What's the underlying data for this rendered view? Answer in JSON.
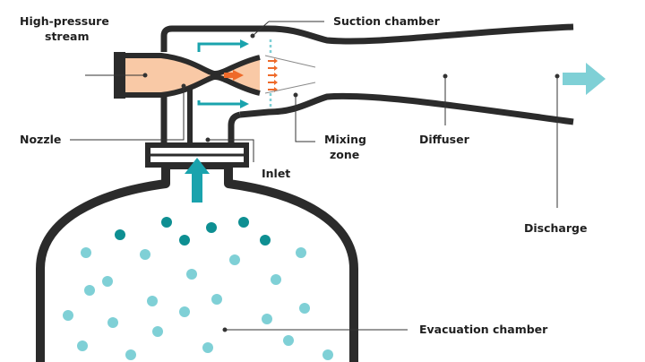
{
  "labels": {
    "high_pressure_line1": "High-pressure",
    "high_pressure_line2": "stream",
    "suction_chamber": "Suction chamber",
    "nozzle": "Nozzle",
    "mixing_zone_line1": "Mixing",
    "mixing_zone_line2": "zone",
    "diffuser": "Diffuser",
    "inlet": "Inlet",
    "discharge": "Discharge",
    "evacuation_chamber": "Evacuation chamber"
  },
  "colors": {
    "outline": "#2b2b2b",
    "teal": "#1aa3ad",
    "teal_light": "#7fd0d6",
    "teal_dark": "#0e8f92",
    "stream_fill": "#f9c9a6",
    "orange": "#ee6a2a",
    "leader": "#333333"
  }
}
